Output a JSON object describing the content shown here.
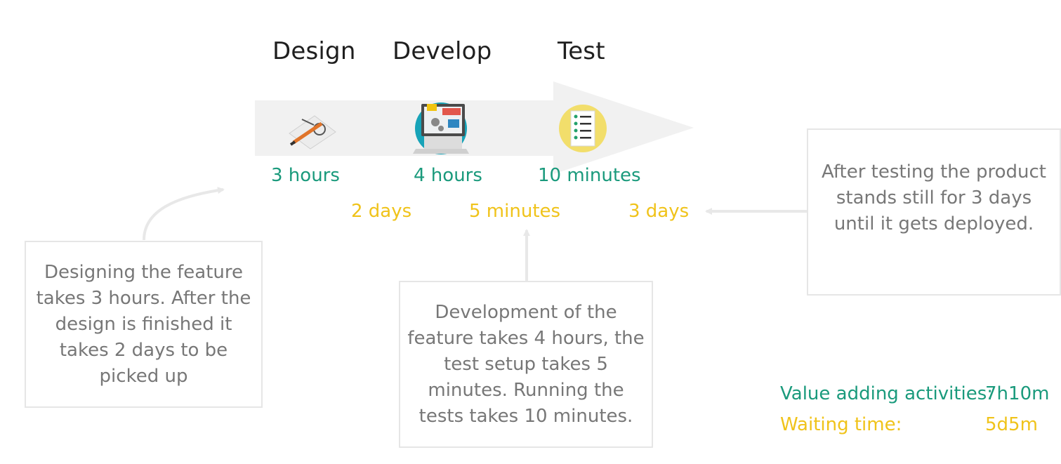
{
  "stages": [
    {
      "name": "Design",
      "icon": "design-tools-icon",
      "value_time": "3 hours"
    },
    {
      "name": "Develop",
      "icon": "computer-code-icon",
      "value_time": "4 hours"
    },
    {
      "name": "Test",
      "icon": "checklist-icon",
      "value_time": "10 minutes"
    }
  ],
  "waits": [
    "2 days",
    "5 minutes",
    "3 days"
  ],
  "notes": {
    "design": "Designing the feature takes 3 hours. After the design is finished it takes 2 days to be picked up",
    "develop": "Development of the feature takes 4 hours, the test setup takes 5 minutes. Running the tests takes 10 minutes.",
    "deploy": "After testing the product stands still for 3 days until it gets deployed."
  },
  "summary": {
    "value_label": "Value adding activities:",
    "value_total": "7h10m",
    "waiting_label": "Waiting time:",
    "waiting_total": "5d5m"
  },
  "colors": {
    "value": "#1a9a7c",
    "waiting": "#f0c31a",
    "arrow": "#f1f1f1",
    "note_text": "#777777"
  }
}
